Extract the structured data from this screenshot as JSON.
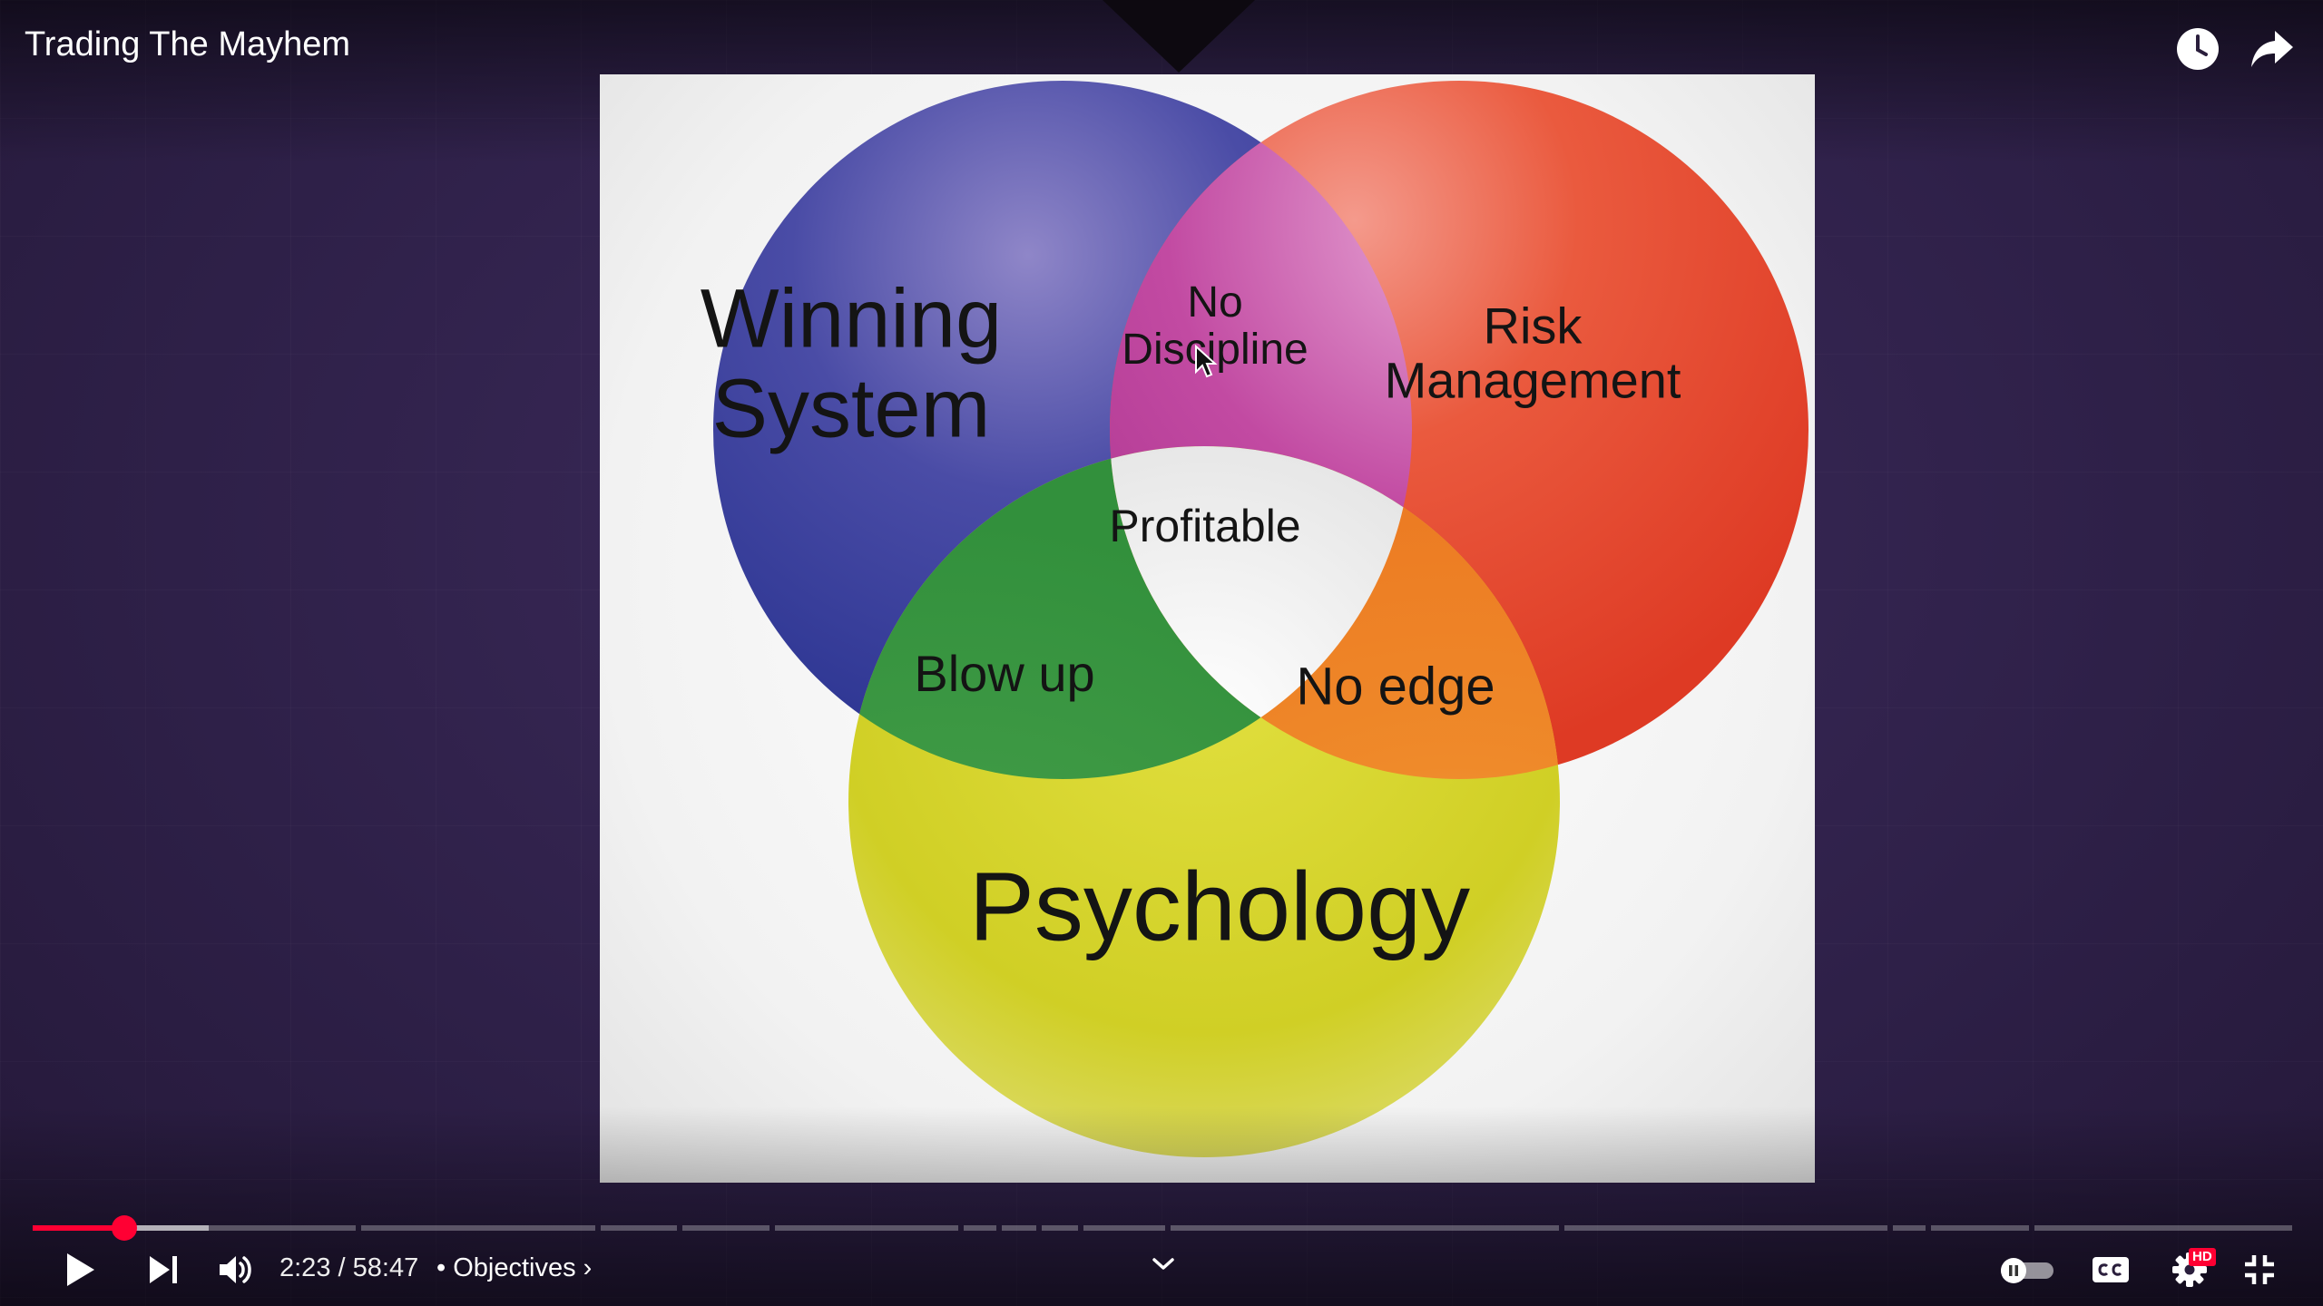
{
  "player": {
    "title": "Trading The Mayhem",
    "time": {
      "current": "2:23",
      "separator": "/",
      "duration": "58:47"
    },
    "chapter": {
      "bullet": "•",
      "name": "Objectives",
      "chevron": "›"
    },
    "progress": {
      "played_fraction": 0.0405,
      "buffered_fraction": 0.078
    },
    "icons": {
      "watch_later": "clock-icon",
      "share": "share-arrow-icon",
      "play": "play-icon",
      "next": "skip-next-icon",
      "volume": "volume-icon",
      "chapters_expand": "chevron-down-icon",
      "autoplay": "autoplay-toggle-icon",
      "captions": "cc-icon",
      "settings": "gear-icon",
      "exit_fullscreen": "exit-fullscreen-icon"
    },
    "settings_badge": "HD",
    "colors": {
      "accent": "#ff0033",
      "winning_system": "#3b3f9c",
      "risk_management": "#e84530",
      "psychology": "#d4d42a",
      "no_discipline": "#c44aa4",
      "blow_up": "#3f9a45",
      "no_edge": "#ef8a2a",
      "profitable": "#e8e8e8"
    }
  },
  "venn": {
    "winning_system": "Winning\nSystem",
    "risk_management": "Risk\nManagement",
    "psychology": "Psychology",
    "no_discipline": "No\nDiscipline",
    "blow_up": "Blow up",
    "no_edge": "No edge",
    "profitable": "Profitable"
  }
}
